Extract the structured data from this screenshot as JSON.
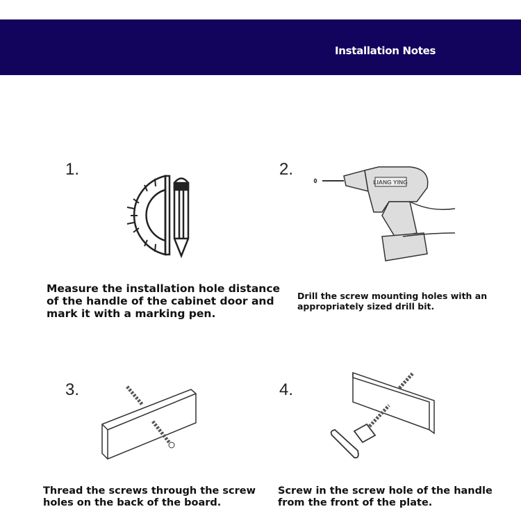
{
  "header": {
    "title": "Installation Notes",
    "background": "#12035c"
  },
  "steps": [
    {
      "number": "1.",
      "lines": [
        "Measure the installation hole distance",
        "of the handle of the cabinet door and",
        "mark it with a marking pen."
      ]
    },
    {
      "number": "2.",
      "lines": [
        "Drill the screw mounting holes with an",
        "appropriately sized drill bit."
      ],
      "brand_label": "LIANG YING"
    },
    {
      "number": "3.",
      "lines": [
        "Thread the screws through the screw",
        "holes on the back of the board."
      ]
    },
    {
      "number": "4.",
      "lines": [
        "Screw in the screw hole of the handle",
        "from the front of the plate."
      ]
    }
  ]
}
